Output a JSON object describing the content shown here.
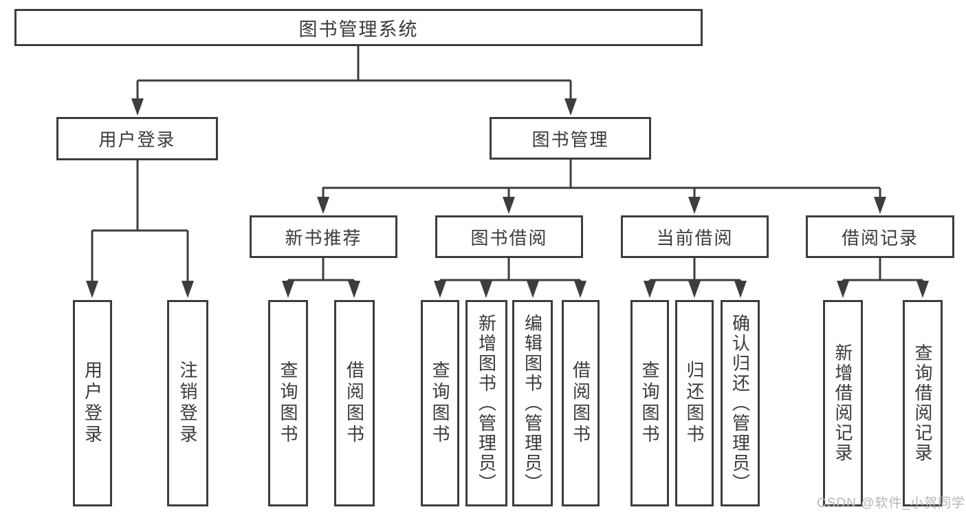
{
  "diagram": {
    "title": "图书管理系统",
    "level2": [
      {
        "label": "用户登录"
      },
      {
        "label": "图书管理"
      }
    ],
    "level3": [
      {
        "label": "新书推荐"
      },
      {
        "label": "图书借阅"
      },
      {
        "label": "当前借阅"
      },
      {
        "label": "借阅记录"
      }
    ],
    "leaves": [
      {
        "label": "用户登录"
      },
      {
        "label": "注销登录"
      },
      {
        "label": "查询图书"
      },
      {
        "label": "借阅图书"
      },
      {
        "label": "查询图书"
      },
      {
        "label": "新增图书（管理员）"
      },
      {
        "label": "编辑图书（管理员）"
      },
      {
        "label": "借阅图书"
      },
      {
        "label": "查询图书"
      },
      {
        "label": "归还图书"
      },
      {
        "label": "确认归还（管理员）"
      },
      {
        "label": "新增借阅记录"
      },
      {
        "label": "查询借阅记录"
      }
    ],
    "watermark": "CSDN @软件_小贺同学",
    "colors": {
      "line": "#3d3d3d",
      "text": "#3a3a3a",
      "watermark": "#b5b5b5",
      "background": "#ffffff"
    }
  }
}
